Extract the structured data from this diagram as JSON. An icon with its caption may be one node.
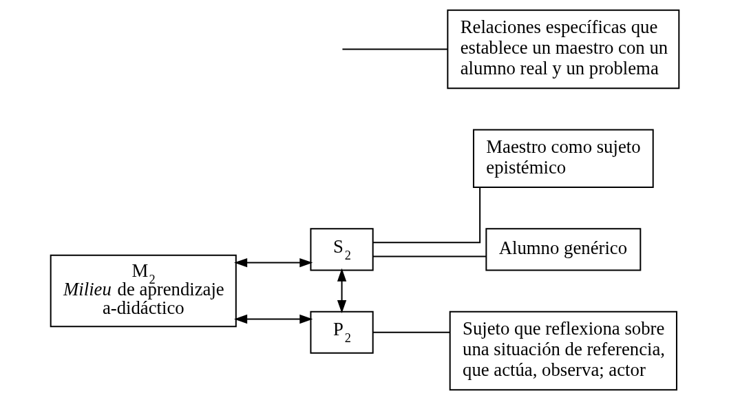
{
  "diagram": {
    "nodes": [
      {
        "text": [
          "M$_{2}$",
          "*Milieu* de aprendizaje a-didáctico"
        ]
      },
      {
        "text": [
          "S$_{2}$"
        ]
      },
      {
        "text": [
          "Maestro como sujeto epistémico"
        ]
      },
      {
        "text": [
          "Alumno genérico"
        ]
      },
      {
        "text": [
          "Relaciones específicas que establece un maestro con un alumno real y un problema"
        ]
      },
      {
        "text": [
          "P$_{2}$"
        ]
      },
      {
        "text": [
          "Sujeto que reflexiona sobre una situación de referencia, que actúa, observa; actor"
        ]
      }
    ],
    "edges": [
      {
        "from": 0,
        "to": 1,
        "arrow": "both"
      },
      {
        "from": 0,
        "to": 5,
        "arrow": "both"
      },
      {
        "from": 1,
        "to": 5,
        "arrow": "both"
      },
      {
        "from": 1,
        "to": 2,
        "arrow": "none"
      },
      {
        "from": 1,
        "to": 3,
        "arrow": "none"
      },
      {
        "from": 4,
        "to": null,
        "arrow": "none"
      },
      {
        "from": 5,
        "to": 6,
        "arrow": "none"
      }
    ]
  }
}
